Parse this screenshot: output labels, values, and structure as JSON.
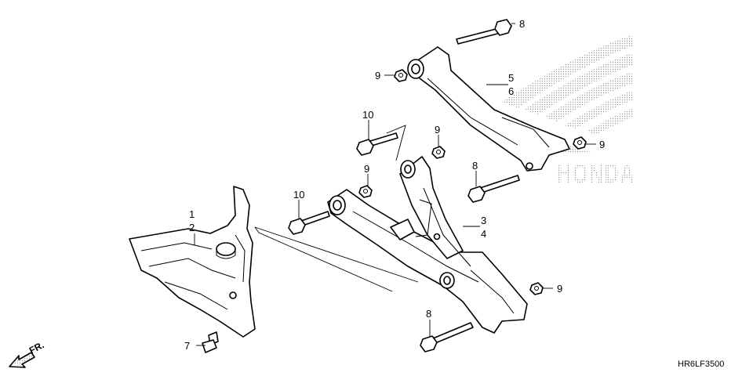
{
  "diagram": {
    "code": "HR6LF3500",
    "direction_label": "FR.",
    "watermark_text": "HONDA",
    "callouts": [
      {
        "id": "c1",
        "text": "1"
      },
      {
        "id": "c2",
        "text": "2"
      },
      {
        "id": "c3",
        "text": "3"
      },
      {
        "id": "c4",
        "text": "4"
      },
      {
        "id": "c5",
        "text": "5"
      },
      {
        "id": "c6",
        "text": "6"
      },
      {
        "id": "c7",
        "text": "7"
      },
      {
        "id": "c8a",
        "text": "8"
      },
      {
        "id": "c8b",
        "text": "8"
      },
      {
        "id": "c8c",
        "text": "8"
      },
      {
        "id": "c9a",
        "text": "9"
      },
      {
        "id": "c9b",
        "text": "9"
      },
      {
        "id": "c9c",
        "text": "9"
      },
      {
        "id": "c9d",
        "text": "9"
      },
      {
        "id": "c9e",
        "text": "9"
      },
      {
        "id": "c10a",
        "text": "10"
      },
      {
        "id": "c10b",
        "text": "10"
      }
    ]
  }
}
